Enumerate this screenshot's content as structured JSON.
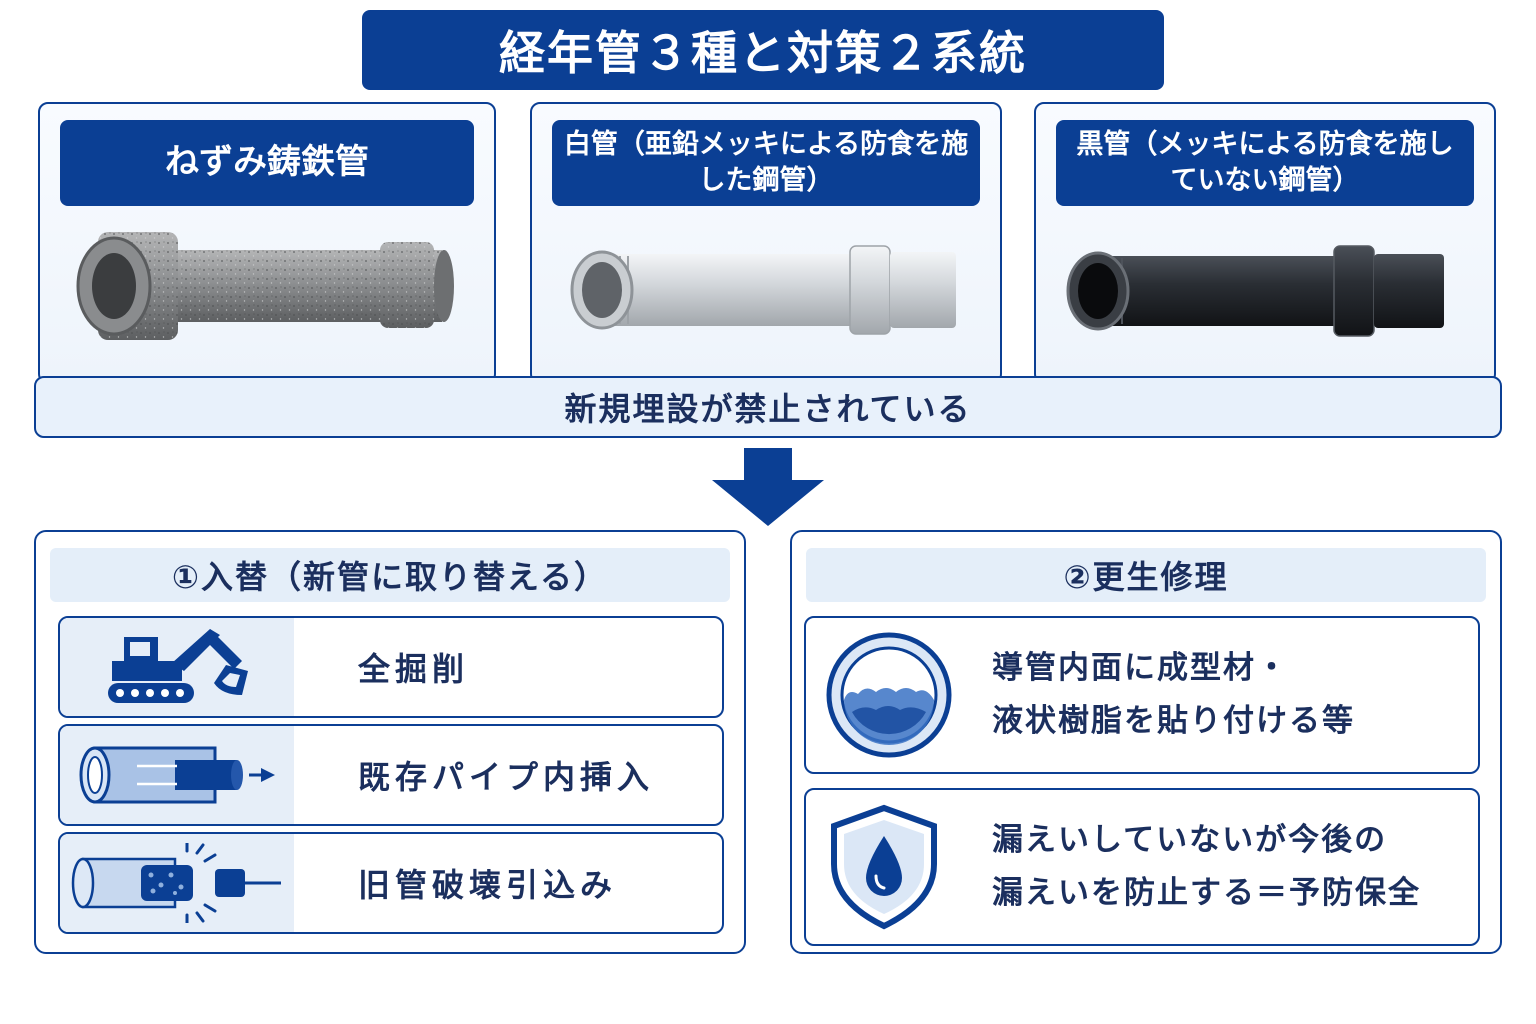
{
  "title": "経年管３種と対策２系統",
  "pipes": [
    {
      "label": "ねずみ鋳鉄管",
      "icon": "cast-iron-pipe"
    },
    {
      "label": "白管（亜鉛メッキによる防食を施した鋼管）",
      "icon": "galvanized-white-pipe"
    },
    {
      "label": "黒管（メッキによる防食を施していない鋼管）",
      "icon": "black-steel-pipe"
    }
  ],
  "ban_note": "新規埋設が禁止されている",
  "replacement": {
    "heading": "①入替（新管に取り替える）",
    "methods": [
      {
        "label": "全掘削",
        "icon": "excavator-icon"
      },
      {
        "label": "既存パイプ内挿入",
        "icon": "pipe-insertion-icon"
      },
      {
        "label": "旧管破壊引込み",
        "icon": "pipe-bursting-icon"
      }
    ]
  },
  "renewal": {
    "heading": "②更生修理",
    "items": [
      {
        "line1": "導管内面に成型材・",
        "line2": "液状樹脂を貼り付ける等",
        "icon": "pipe-lining-icon"
      },
      {
        "line1": "漏えいしていないが今後の",
        "line2": "漏えいを防止する＝予防保全",
        "icon": "shield-droplet-icon"
      }
    ]
  },
  "colors": {
    "primary": "#0b3f94",
    "pale": "#e8f1fb",
    "text": "#1b2f5e"
  }
}
